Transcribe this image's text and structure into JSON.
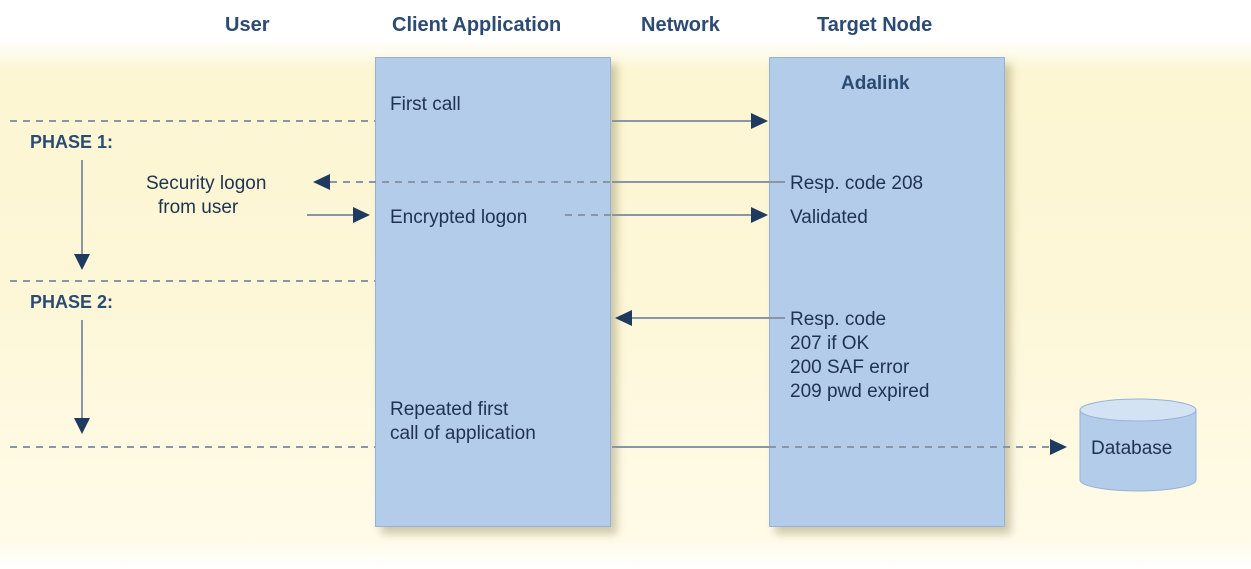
{
  "headers": {
    "user": "User",
    "client": "Client Application",
    "network": "Network",
    "target": "Target Node"
  },
  "phases": {
    "phase1": "PHASE 1:",
    "phase2": "PHASE 2:"
  },
  "client_box": {
    "first_call": "First call",
    "encrypted_logon": "Encrypted logon",
    "repeated_line1": "Repeated first",
    "repeated_line2": "call of application"
  },
  "user_side": {
    "security_line1": "Security logon",
    "security_line2": "from user"
  },
  "target_box": {
    "title": "Adalink",
    "resp208": "Resp. code 208",
    "validated": "Validated",
    "resp_line1": "Resp. code",
    "resp_line2": "207 if OK",
    "resp_line3": "200 SAF error",
    "resp_line4": "209 pwd expired"
  },
  "database": {
    "label": "Database"
  },
  "colors": {
    "box_fill": "#b3cce9",
    "arrow": "#1f3a5f",
    "text": "#1e3350",
    "header": "#2b4a74",
    "dash": "#8a95a8",
    "db_fill": "#b3cce9"
  }
}
